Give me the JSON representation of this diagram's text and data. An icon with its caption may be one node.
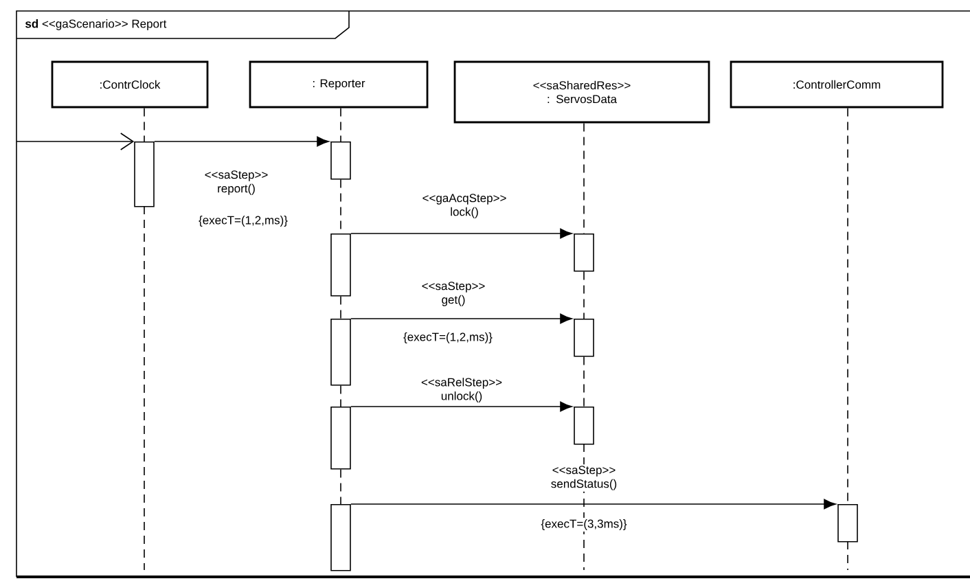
{
  "diagram": {
    "title": "**sd** <<gaScenario>> Report",
    "nodes": [
      {
        "text": [
          ":ContrClock"
        ]
      },
      {
        "text": [
          ": Reporter"
        ]
      },
      {
        "text": [
          "<<saSharedRes>> : ServosData"
        ]
      },
      {
        "text": [
          ":ControllerComm"
        ]
      },
      {
        "text": [],
        "shape": "bar"
      },
      {
        "text": [],
        "shape": "bar"
      },
      {
        "text": [],
        "shape": "bar"
      },
      {
        "text": [],
        "shape": "bar"
      },
      {
        "text": [],
        "shape": "bar"
      },
      {
        "text": [],
        "shape": "bar"
      },
      {
        "text": [],
        "shape": "bar"
      },
      {
        "text": [],
        "shape": "bar"
      },
      {
        "text": [],
        "shape": "bar"
      },
      {
        "text": [],
        "shape": "bar"
      }
    ],
    "edges": [
      {
        "from": null,
        "to": 4,
        "arrow": "to"
      },
      {
        "from": 4,
        "to": 5,
        "arrow": "to",
        "label": "<<saStep>> report()"
      },
      {
        "from": 6,
        "to": 7,
        "arrow": "to",
        "label": "<<gaAcqStep>> lock()"
      },
      {
        "from": 8,
        "to": 9,
        "arrow": "to",
        "label": "<<saStep>> get()"
      },
      {
        "from": 10,
        "to": 11,
        "arrow": "to",
        "label": "<<saRelStep>> unlock()"
      },
      {
        "from": 12,
        "to": 13,
        "arrow": "to",
        "label": "<<saStep>> sendStatus()"
      },
      {
        "from": 0,
        "to": 4,
        "arrow": "none",
        "style": "dashed"
      },
      {
        "from": 1,
        "to": 5,
        "arrow": "none",
        "style": "dashed"
      },
      {
        "from": 5,
        "to": 6,
        "arrow": "none",
        "style": "dashed"
      },
      {
        "from": 6,
        "to": 8,
        "arrow": "none",
        "style": "dashed"
      },
      {
        "from": 8,
        "to": 10,
        "arrow": "none",
        "style": "dashed"
      },
      {
        "from": 10,
        "to": 12,
        "arrow": "none",
        "style": "dashed"
      },
      {
        "from": 2,
        "to": 7,
        "arrow": "none",
        "style": "dashed"
      },
      {
        "from": 7,
        "to": 9,
        "arrow": "none",
        "style": "dashed"
      },
      {
        "from": 9,
        "to": 11,
        "arrow": "none",
        "style": "dashed"
      },
      {
        "from": 3,
        "to": 13,
        "arrow": "none",
        "style": "dashed"
      }
    ],
    "labels": [
      "{execT=(1,2,ms)}",
      "{execT=(1,2,ms)}",
      "{execT=(3,3ms)}"
    ]
  }
}
